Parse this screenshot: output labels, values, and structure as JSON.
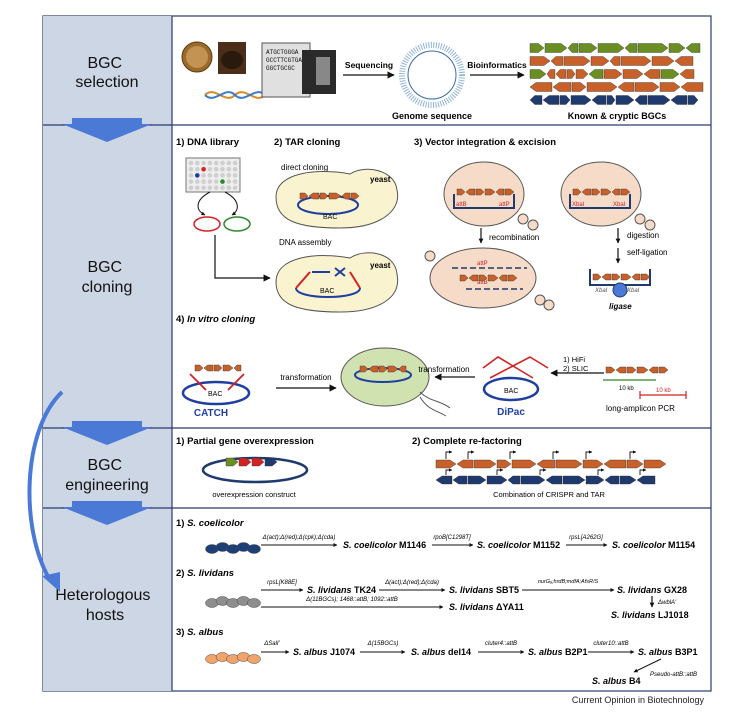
{
  "colors": {
    "panel_bg": "#cdd6e4",
    "frame": "#2a3b6e",
    "arrow": "#4a7ad6",
    "gene_orange": "#c8602a",
    "gene_green": "#6b8e23",
    "gene_navy": "#1f3a6e",
    "bac_blue": "#1f3fa0",
    "bac_red": "#d22222",
    "cell_peach": "#f6dcc8",
    "cell_yellow": "#faf3cf",
    "cell_green": "#cfe2b0",
    "coelicolor": "#1d3f78",
    "lividans": "#8e8e8e",
    "albus": "#f0a36b"
  },
  "sections": {
    "selection": "BGC selection",
    "cloning": "BGC cloning",
    "engineering": "BGC engineering",
    "hosts": "Heterologous hosts"
  },
  "selection": {
    "dna_seq": "ATGCTGGGA GCCTTCGTGA GGCTGCGC",
    "arrow_sequencing": "Sequencing",
    "arrow_bioinformatics": "Bioinformatics",
    "genome_label": "Genome sequence",
    "bgcs_label": "Known & cryptic BGCs"
  },
  "cloning": {
    "dna_library": "1) DNA library",
    "tar_cloning": "2) TAR cloning",
    "direct_cloning": "direct cloning",
    "dna_assembly": "DNA assembly",
    "yeast": "yeast",
    "bac": "BAC",
    "vector_title": "3) Vector integration & excision",
    "attB": "attB",
    "attP": "attP",
    "xbaI": "XbaI",
    "recombination": "recombination",
    "digestion": "digestion",
    "self_ligation": "self-ligation",
    "ligase": "ligase",
    "in_vitro_num": "4)",
    "in_vitro_title": "In vitro cloning",
    "catch": "CATCH",
    "transformation": "transformation",
    "dipac": "DiPac",
    "hifi": "1) HiFi",
    "slic": "2) SLIC",
    "ten_kb": "10 kb",
    "long_pcr": "long-amplicon PCR"
  },
  "engineering": {
    "partial_title": "1) Partial gene overexpression",
    "partial_caption": "overexpression construct",
    "complete_title": "2) Complete re-factoring",
    "complete_caption": "Combination of CRISPR and TAR"
  },
  "hosts": {
    "coelicolor": {
      "title_num": "1)",
      "title": "S. coelicolor",
      "steps": [
        {
          "label": "Δ(act);Δ(red);Δ(cpk);Δ(cda)",
          "product": "S. coelicolor",
          "strain": "M1146"
        },
        {
          "label": "rpoB[C1298T]",
          "product": "S. coelicolor",
          "strain": "M1152"
        },
        {
          "label": "rpsL[A262G]",
          "product": "S. coelicolor",
          "strain": "M1154"
        }
      ]
    },
    "lividans": {
      "title_num": "2)",
      "title": "S. lividans",
      "steps": [
        {
          "label": "rpsL[K88E]",
          "product": "S. lividans",
          "strain": "TK24"
        },
        {
          "label": "Δ(act);Δ(red);Δ(cda)",
          "product": "S. lividans",
          "strain": "SBT5"
        },
        {
          "label": "nurGₐ;hrdB;mdfA;AfsR/S",
          "product": "S. lividans",
          "strain": "GX28"
        },
        {
          "label": "ΔwblA'",
          "product": "S. lividans",
          "strain": "LJ1018"
        },
        {
          "label": "Δ(11BGCs); 1468::attB; 1092::attB",
          "product": "S. lividans",
          "strain": "ΔYA11"
        }
      ]
    },
    "albus": {
      "title_num": "3)",
      "title": "S. albus",
      "steps": [
        {
          "label": "ΔSalI'",
          "product": "S. albus",
          "strain": "J1074"
        },
        {
          "label": "Δ(15BGCs)",
          "product": "S. albus",
          "strain": "del14"
        },
        {
          "label": "cluter4::attB",
          "product": "S. albus",
          "strain": "B2P1"
        },
        {
          "label": "cluter10::attB",
          "product": "S. albus",
          "strain": "B3P1"
        },
        {
          "label": "Pseudo-attB::attB",
          "product": "S. albus",
          "strain": "B4"
        }
      ]
    }
  },
  "footer": "Current Opinion in Biotechnology"
}
